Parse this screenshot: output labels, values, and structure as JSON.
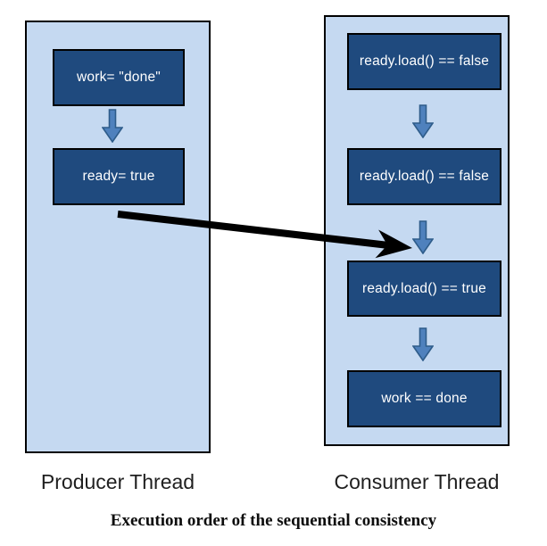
{
  "diagram": {
    "title_caption": "Execution order of the sequential consistency",
    "producer": {
      "label": "Producer Thread",
      "boxes": [
        {
          "text": "work= \"done\""
        },
        {
          "text": "ready= true"
        }
      ]
    },
    "consumer": {
      "label": "Consumer Thread",
      "boxes": [
        {
          "text": "ready.load() == false"
        },
        {
          "text": "ready.load() == false"
        },
        {
          "text": "ready.load() == true"
        },
        {
          "text": "work == done"
        }
      ]
    },
    "icons": {
      "step_arrow": "down-arrow-icon",
      "cross_arrow": "producer-to-consumer-arrow"
    },
    "colors": {
      "panel_fill": "#c5d9f1",
      "box_fill": "#1f4a7e",
      "box_text": "#ffffff",
      "arrow_fill": "#4f81bd",
      "arrow_stroke": "#2e5c8a",
      "cross_arrow": "#000000"
    }
  }
}
